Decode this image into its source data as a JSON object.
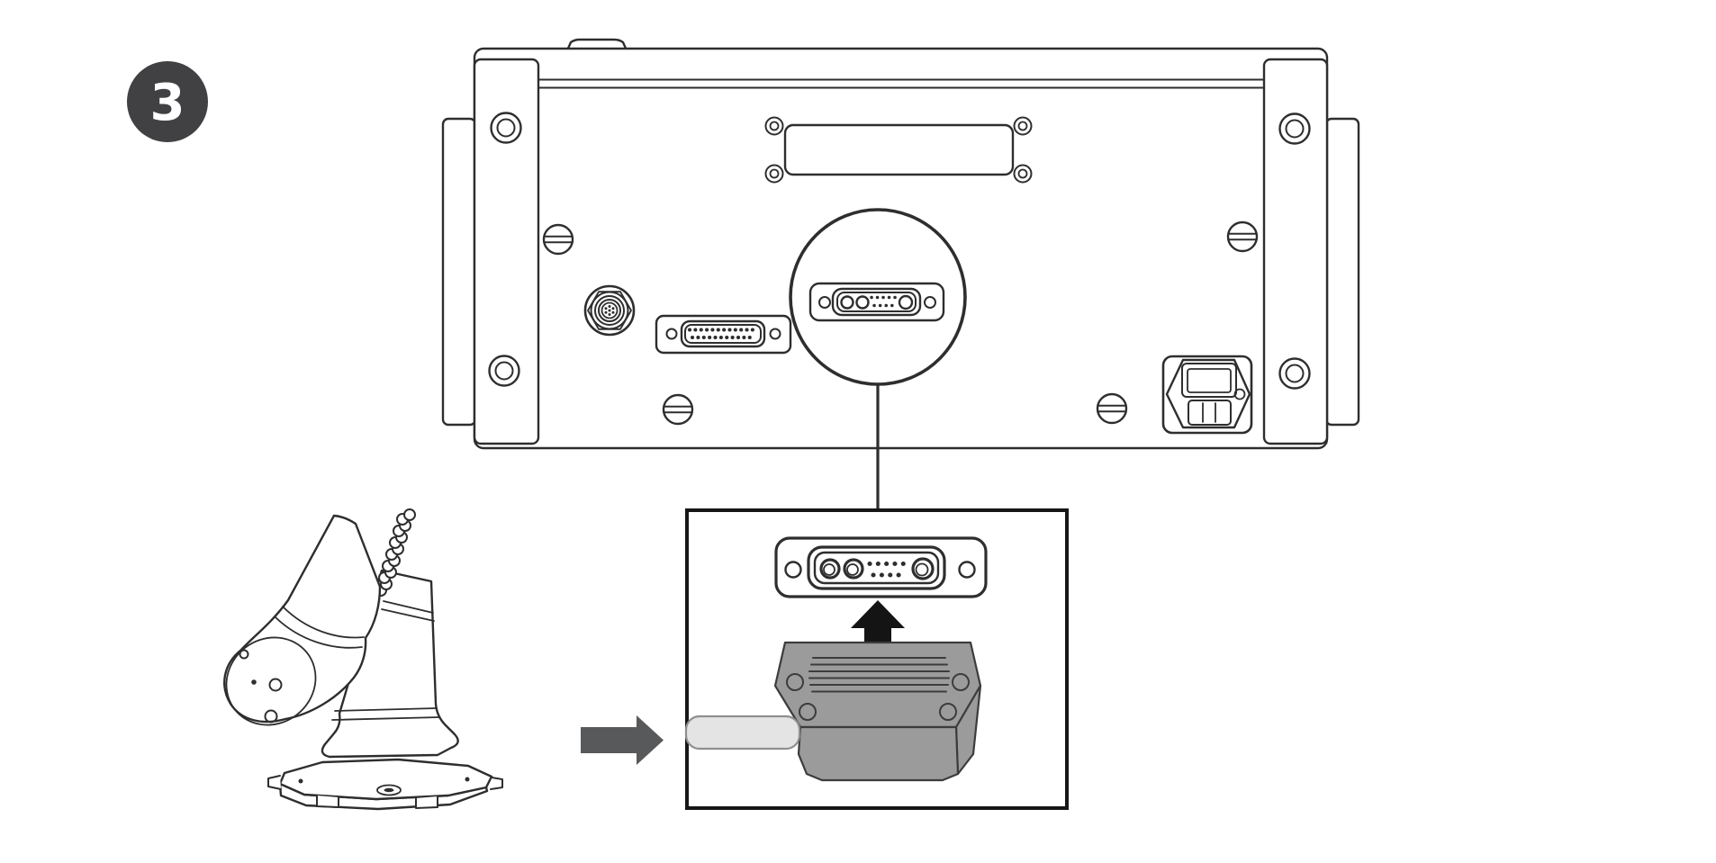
{
  "step_badge": {
    "number": "3"
  },
  "colors": {
    "background": "#ffffff",
    "line": "#2e2e2e",
    "badge_bg": "#414042",
    "badge_text": "#ffffff",
    "arrow_black": "#141414",
    "arrow_gray": "#58595b",
    "plug_body": "#9b9b9b",
    "cable_fill": "#e4e4e4",
    "inset_border": "#161616"
  },
  "icons": {
    "step_badge": "step-number-badge",
    "up_arrow": "insert-direction-up-arrow",
    "right_arrow": "cable-direction-right-arrow",
    "magnifier": "zoom-detail-circle"
  }
}
